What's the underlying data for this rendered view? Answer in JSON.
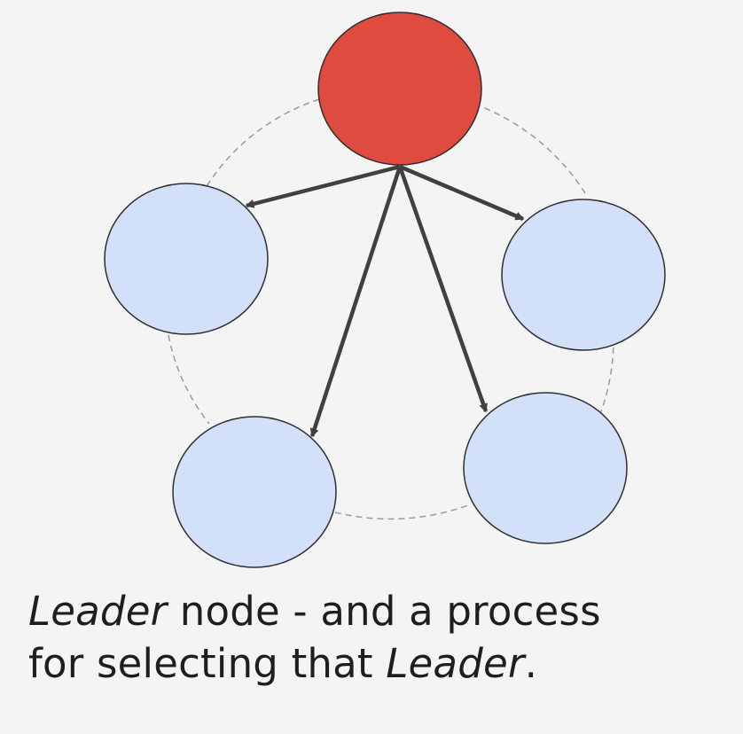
{
  "diagram": {
    "nodes": [
      {
        "role": "leader",
        "fill": "#e04b3f"
      },
      {
        "role": "follower",
        "fill": "#d3e0fa"
      },
      {
        "role": "follower",
        "fill": "#d3e0fa"
      },
      {
        "role": "follower",
        "fill": "#d3e0fa"
      },
      {
        "role": "follower",
        "fill": "#d3e0fa"
      }
    ],
    "edges": [
      {
        "from": 0,
        "to": 1
      },
      {
        "from": 0,
        "to": 2
      },
      {
        "from": 0,
        "to": 3
      },
      {
        "from": 0,
        "to": 4
      }
    ],
    "colors": {
      "leader": "#e04b3f",
      "follower": "#d3e0fa",
      "outline": "#2f2f2f",
      "arrow": "#404040",
      "ring": "#9a9a9a",
      "background": "#f4f4f4"
    }
  },
  "caption": {
    "line1_italic": "Leader",
    "line1_rest": " node - and a process",
    "line2_start": "for selecting that ",
    "line2_italic": "Leader",
    "line2_end": "."
  }
}
